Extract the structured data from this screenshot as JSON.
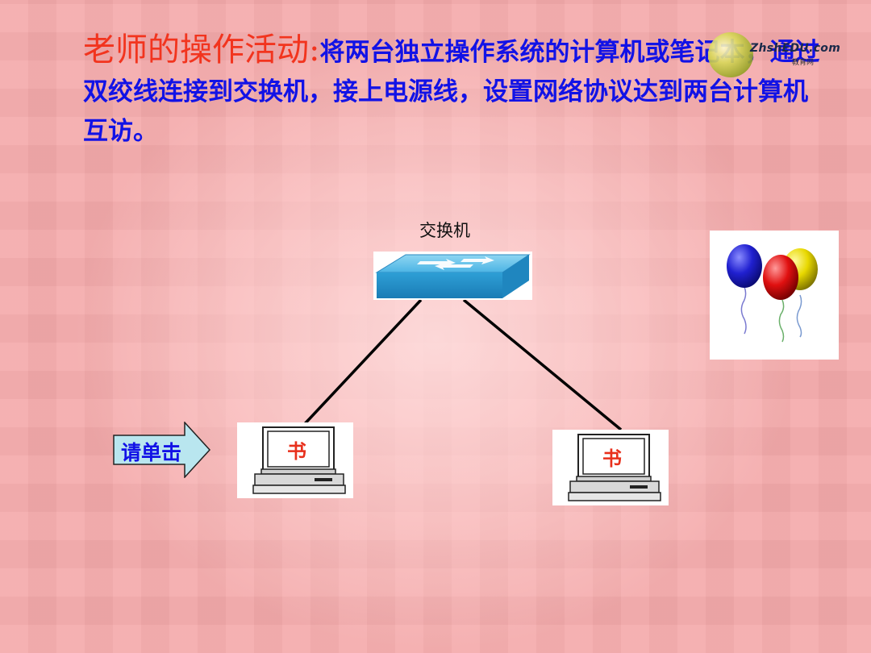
{
  "slide": {
    "title_head": "老师的操作活动:",
    "title_rest": "将两台独立操作系统的计算机或笔记本，通过双绞线连接到交换机，接上电源线，设置网络协议达到两台计算机互访。"
  },
  "logo": {
    "brand": "ZhshEDU.com",
    "sub": "教育网"
  },
  "diagram": {
    "switch_label": "交换机",
    "pc1_screen": "书",
    "pc2_screen": "书"
  },
  "action_button": {
    "label": "请单击"
  },
  "colors": {
    "title_red": "#f2341e",
    "title_blue": "#1212e6",
    "switch_blue": "#33a8e0",
    "arrow_fill": "#b9e6ef"
  },
  "icons": {
    "switch": "network-switch-icon",
    "computer": "desktop-computer-icon",
    "balloons": "balloons-icon",
    "arrow": "right-arrow-icon"
  }
}
